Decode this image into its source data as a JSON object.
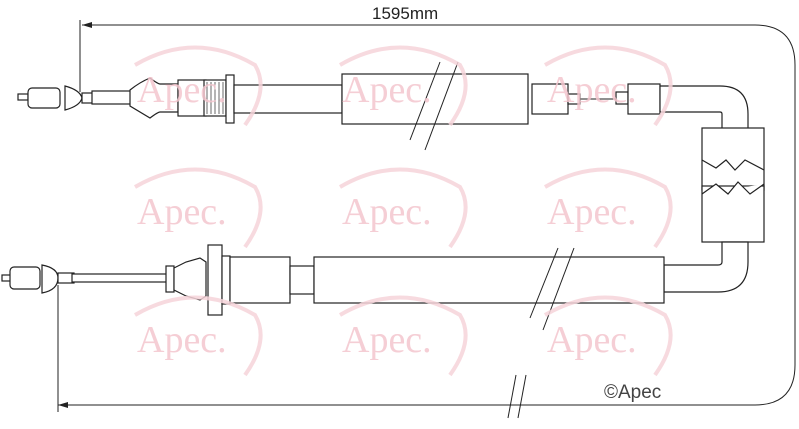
{
  "dimension": {
    "length_label": "1595mm"
  },
  "copyright": {
    "label": "©Apec"
  },
  "watermark": {
    "brand": "Apec"
  }
}
